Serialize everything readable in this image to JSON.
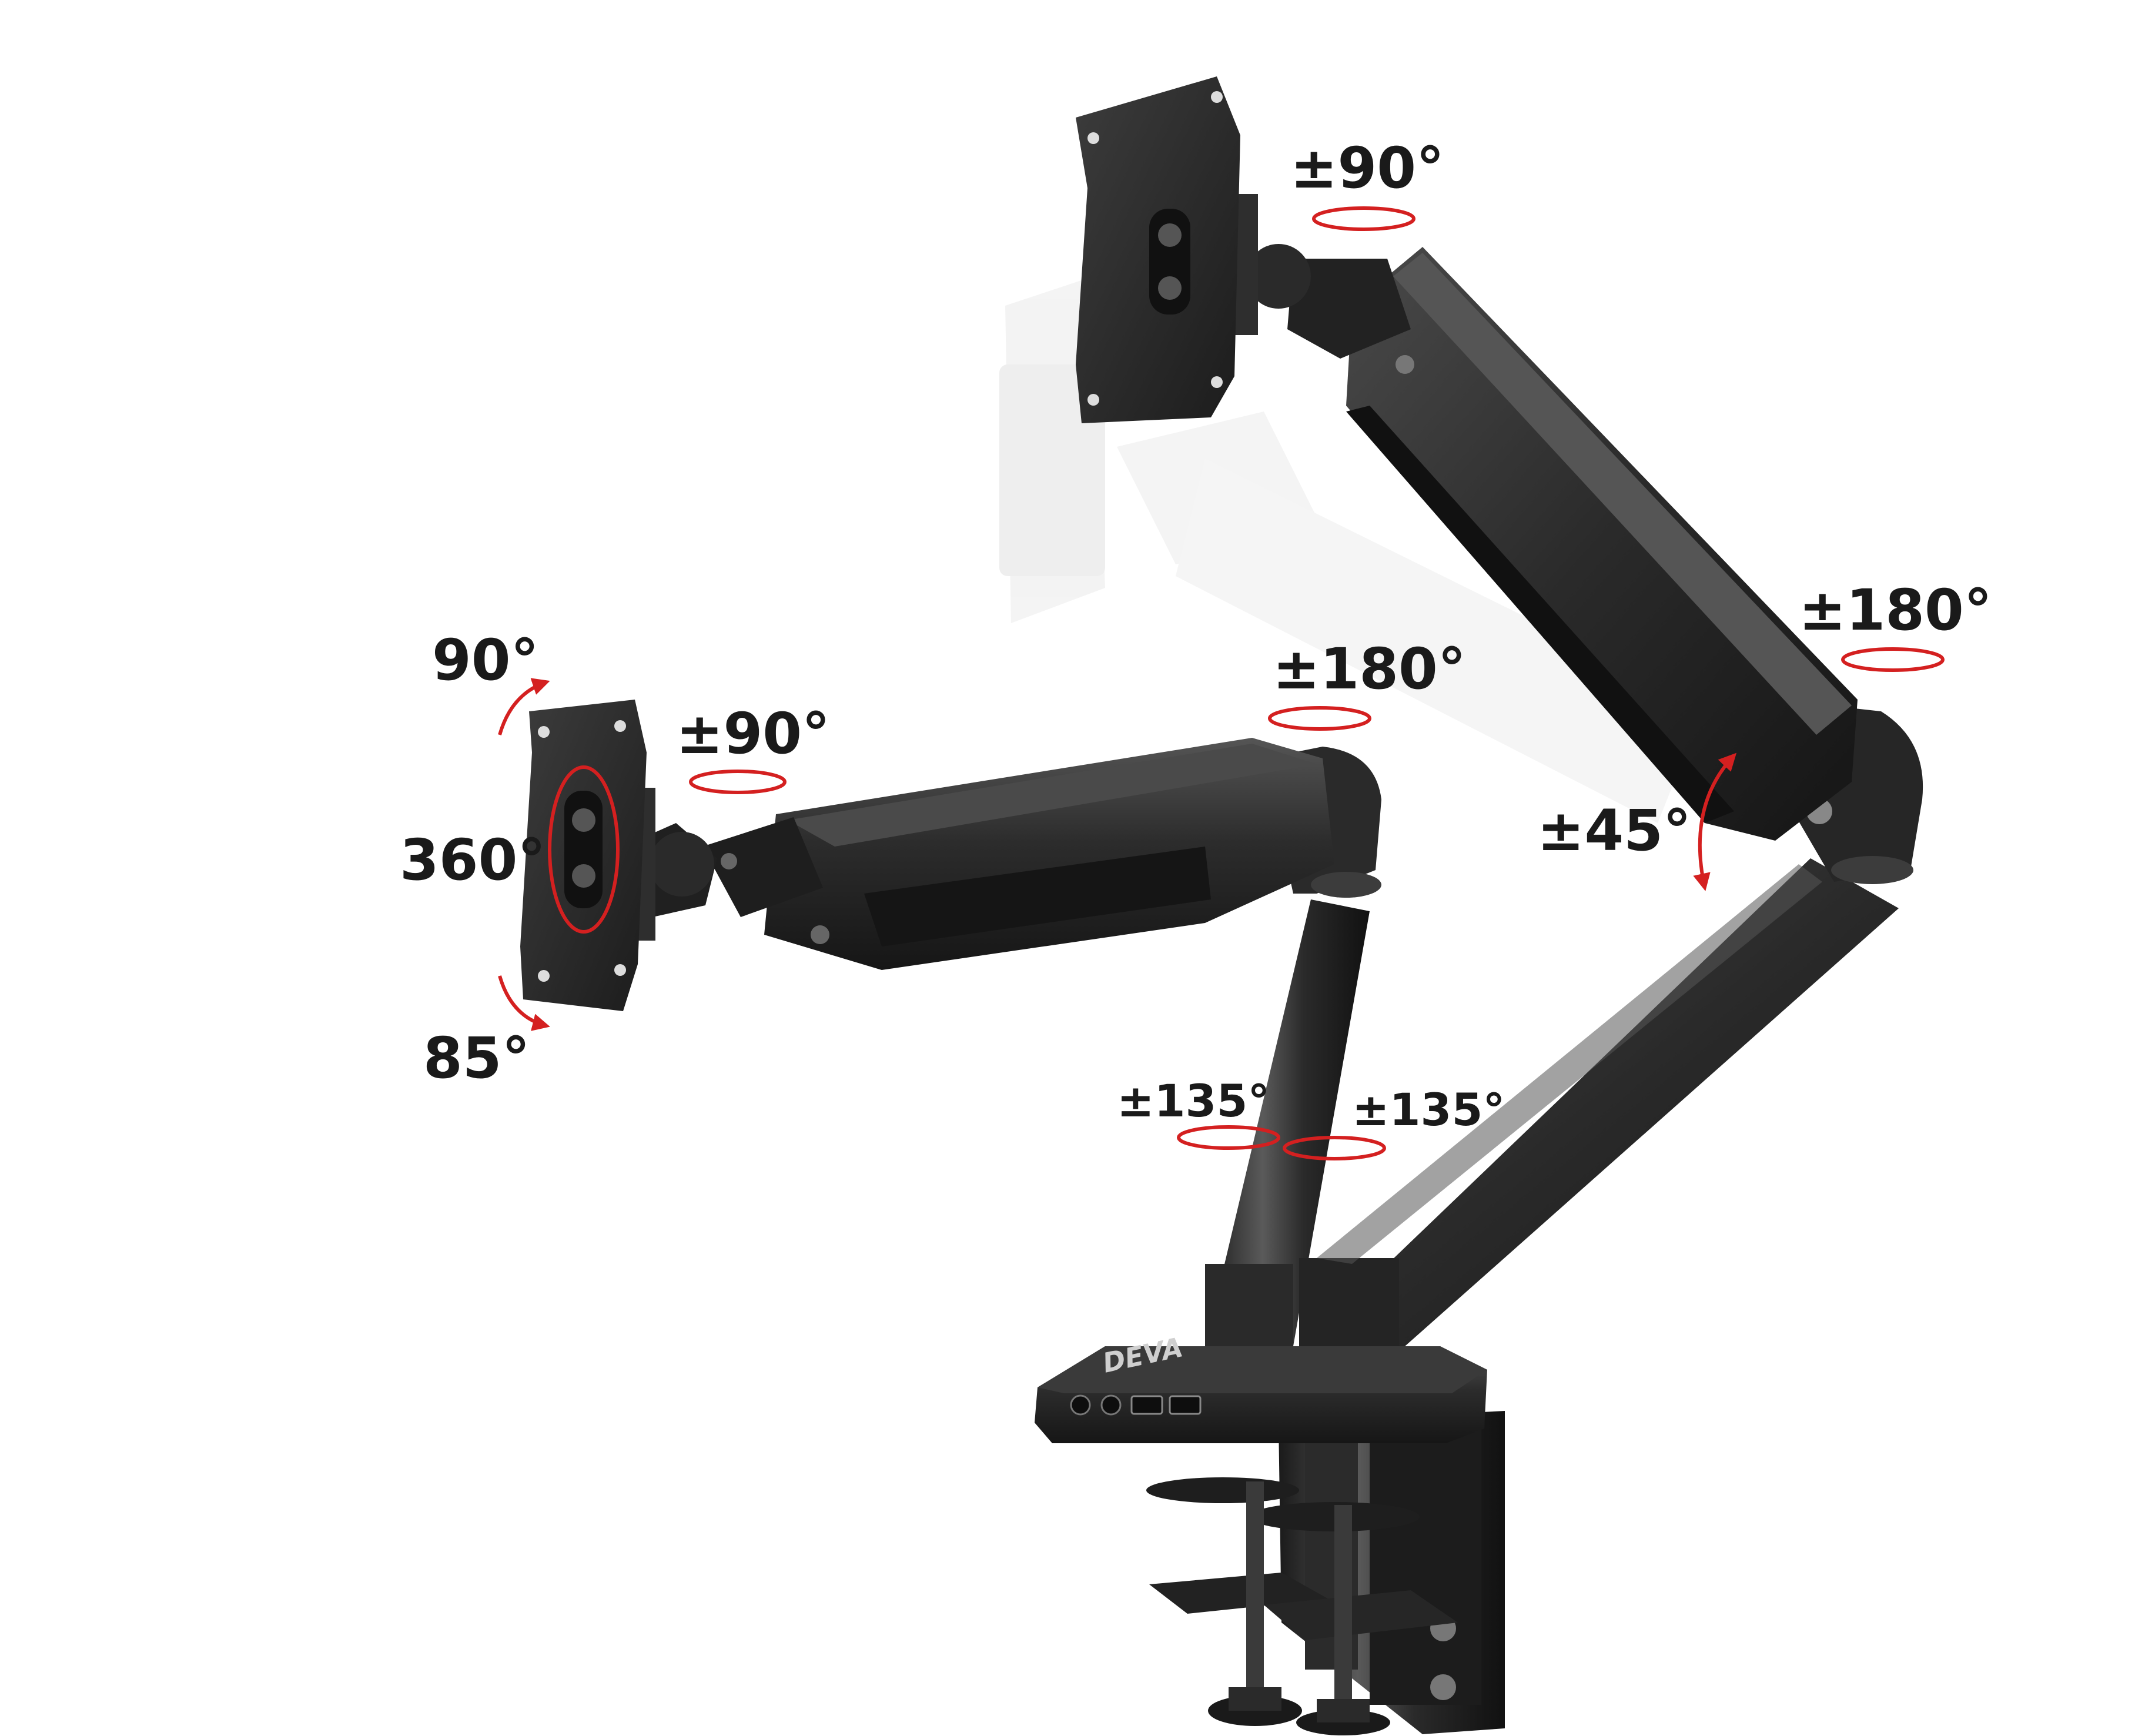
{
  "product": {
    "brand_mark": "DEVA",
    "description": "Dual monitor arm with gas springs, desk clamp and front USB/audio ports"
  },
  "colors": {
    "arm_dark": "#1f1f1f",
    "arm_mid": "#2e2e2e",
    "arm_light": "#4a4a4a",
    "ghost": "#e6e6e6",
    "arrow_red": "#d42020",
    "label_text": "#1a1a1a"
  },
  "angles": {
    "top_tilt": "±90°",
    "top_right_pivot": "±180°",
    "elbow_tilt": "±45°",
    "left_arm_pivot": "±180°",
    "left_vesa_swivel": "±90°",
    "left_vesa_up": "90°",
    "left_vesa_rotate": "360°",
    "left_vesa_down": "85°",
    "base_left": "±135°",
    "base_right": "±135°"
  },
  "ports": {
    "audio_jacks": 2,
    "usb_ports": 2
  }
}
